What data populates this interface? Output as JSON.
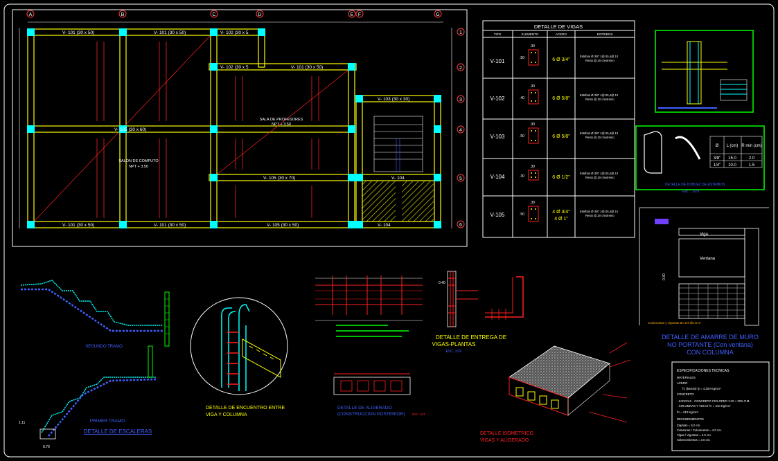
{
  "colors": {
    "background": "#000000",
    "frame": "#ffffff",
    "beam": "#ffff00",
    "column": "#00ffff",
    "rebar": "#ff2020",
    "text_white": "#ffffff",
    "detail_green": "#00ff00",
    "axis_red": "#ff4040",
    "label_blue": "#4060ff",
    "label_orange": "#ffb000",
    "label_magenta": "#ff40ff",
    "hatch": "#ffff00"
  },
  "plan": {
    "axes_letters": [
      "A",
      "B",
      "C",
      "D",
      "E",
      "F",
      "G"
    ],
    "axes_numbers": [
      "1",
      "2",
      "3",
      "4",
      "5",
      "6"
    ],
    "beam_labels": [
      "V- 101 (30 x 50)",
      "V- 101 (30 x 50)",
      "V- 102 (30 x 5",
      "V- 101 (30 x 50)",
      "V- 102 (30 x 5",
      "V- 103 (30 x 30)",
      "V- 105 (30 x 60)",
      "V- 105 (30 x 70)",
      "V- 104",
      "V- 101 (30 x 50)",
      "V- 101 (30 x 50)",
      "V- 105 (30 x 50)",
      "V- 104"
    ],
    "room_computo": "SALON DE COMPUTO",
    "room_computo_npt": "NPT + 3.50",
    "room_profesores": "SALA DE PROFESORES",
    "room_profesores_npt": "NPT + 3.50"
  },
  "beams_table": {
    "title": "DETALLE DE VIGAS",
    "headers": [
      "TIPO",
      "ELEMENTO",
      "ACERO",
      "ESTRIBOS"
    ],
    "rows": [
      {
        "tipo": "V-101",
        "w": ".30",
        "h": ".50",
        "acero": "6 Ø 3/4\"",
        "estribo1": "Estribos Ø 3/8\" 1@.05,4@.10",
        "estribo2": "Resto @.20 c/extremo"
      },
      {
        "tipo": "V-102",
        "w": ".30",
        "h": ".40",
        "acero": "6 Ø 5/8\"",
        "estribo1": "Estribos Ø 3/8\" 1@.05,4@.10",
        "estribo2": "Resto @.20 c/extremo"
      },
      {
        "tipo": "V-103",
        "w": ".30",
        "h": ".50",
        "acero": "6 Ø 5/8\"",
        "estribo1": "Estribos Ø 3/8\" 1@.05,4@.10",
        "estribo2": "Resto @.20 c/extremo"
      },
      {
        "tipo": "V-104",
        "w": ".30",
        "h": ".30",
        "acero": "6 Ø 1/2\"",
        "estribo1": "Estribos Ø 3/8\" 1@.05,4@.10",
        "estribo2": "Resto @.20 c/extremo"
      },
      {
        "tipo": "V-105",
        "w": ".30",
        "h": ".50",
        "acero": "4 Ø 3/4\"",
        "acero2": "4 Ø 1\"",
        "estribo1": "Estribos Ø 3/8\" 1@.05,4@.10",
        "estribo2": "Resto @.20 c/extremo"
      }
    ]
  },
  "hook_table": {
    "headers": [
      "Ø",
      "L (cm)",
      "R min (cm)"
    ],
    "rows": [
      [
        "3/8\"",
        "15.0",
        "2.0"
      ],
      [
        "1/4\"",
        "10.0",
        "1.5"
      ]
    ],
    "caption": "DETALLE  DE DOBLEZ DE ESTRIBOS",
    "scale": "Esc. : 1/20"
  },
  "stairs": {
    "segundo_tramo": "SEGUNDO  TRAMO",
    "primer_tramo": "PRIMER TRAMO",
    "title": "DETALLE DE ESCALERAS",
    "dim_a": "1.11",
    "dim_b": "0.70"
  },
  "encuentro": {
    "title_line1": "DETALLE DE ENCUENTRO ENTRE",
    "title_line2": "VIGA Y COLUMNA"
  },
  "aligerado": {
    "title_line1": "DETALLE DE ALIGERADO",
    "title_line2": "(CONSTRUCCION POSTERIOR)",
    "scale": "ESC 1/20"
  },
  "entrega": {
    "title_line1": "DETALLE DE ENTREGA DE",
    "title_line2": "VIGAS-PLANTAS",
    "scale": "ESC. 1/20",
    "dim": "0.40"
  },
  "isometrico": {
    "title_line1": "DETALLE ISOMETRICO",
    "title_line2": "VIGAS Y ALIGERADO"
  },
  "muro": {
    "title_line1": "DETALLE DE AMARRE DE MURO",
    "title_line2": "NO PORTANTE (Con ventana)",
    "title_line3": "CON COLUMNA",
    "viga": "Viga",
    "ventana": "Ventana",
    "dim": "0.30",
    "grapas": "Columnetas y viguetas Ø=1/4\"@1/2 m"
  },
  "specs": {
    "title": "ESPECIFICACIONES TECNICAS",
    "lines": [
      "MATERIALES",
      "ACERO",
      "f'c (barras)  fy   =   4,200 Kg/cm²",
      "CONCRETO",
      "- ZAPATAS           - CONCRETO CICLOPEO 1:10 + 30% P.M.",
      "- COLUMNAS Y VIGAS    f'c = 210 Kg/cm²",
      "f'c       =     210   Kg/cm²",
      "RECUBRIMIENTOS",
      "Zapatas                           =     5.0   cm.",
      "Columnas / Columnetas     =     4.0   cm.",
      "Vigas / Viguetas                =     4.0   cm.",
      "Sobrecimientos                  =     3.0   cm."
    ]
  }
}
